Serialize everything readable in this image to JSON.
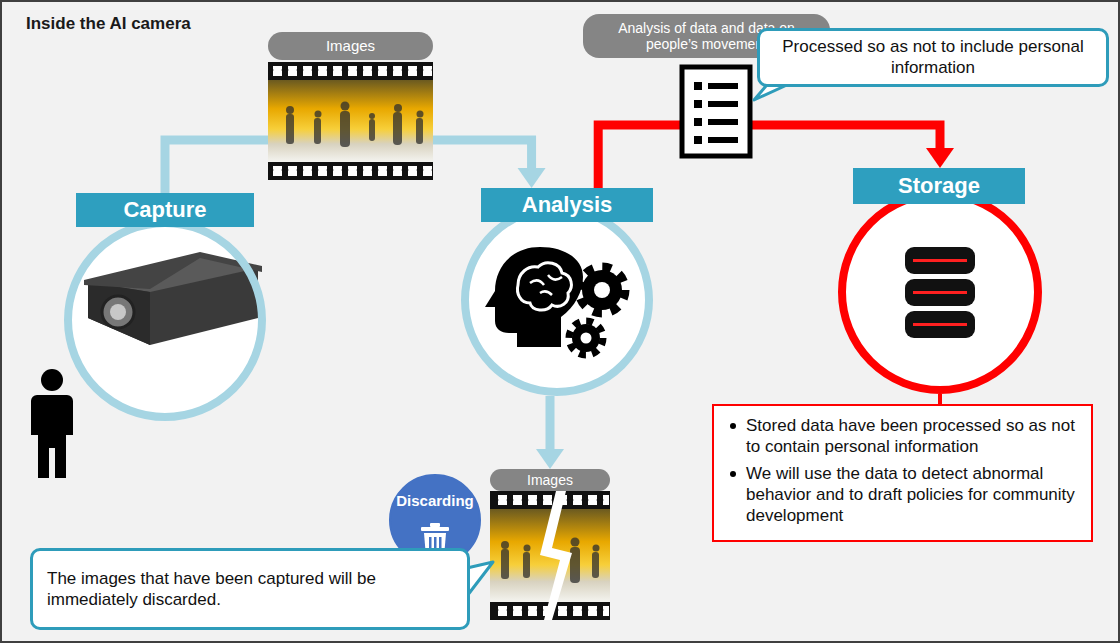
{
  "diagram": {
    "title": "Inside the AI camera",
    "nodes": [
      {
        "text": [
          "Capture"
        ]
      },
      {
        "text": [
          "Images"
        ]
      },
      {
        "text": [
          "Analysis"
        ]
      },
      {
        "text": [
          "Analysis of data and data on people’s movement"
        ]
      },
      {
        "text": [
          "Processed so as not to include personal information"
        ]
      },
      {
        "text": [
          "Storage"
        ]
      },
      {
        "text": [
          "Stored data have been processed so as not to contain personal information",
          "We will use the data to detect abnormal behavior and to draft policies for community development"
        ]
      },
      {
        "text": [
          "Discarding"
        ]
      },
      {
        "text": [
          "Images"
        ]
      },
      {
        "text": [
          "The images that have been captured will be immediately discarded."
        ]
      }
    ],
    "edges": [
      {
        "from": 0,
        "to": 2,
        "arrow": "to"
      },
      {
        "from": 2,
        "to": 5,
        "arrow": "to"
      },
      {
        "from": 2,
        "to": 8,
        "arrow": "to"
      },
      {
        "from": 5,
        "to": 6,
        "arrow": "none"
      }
    ]
  }
}
